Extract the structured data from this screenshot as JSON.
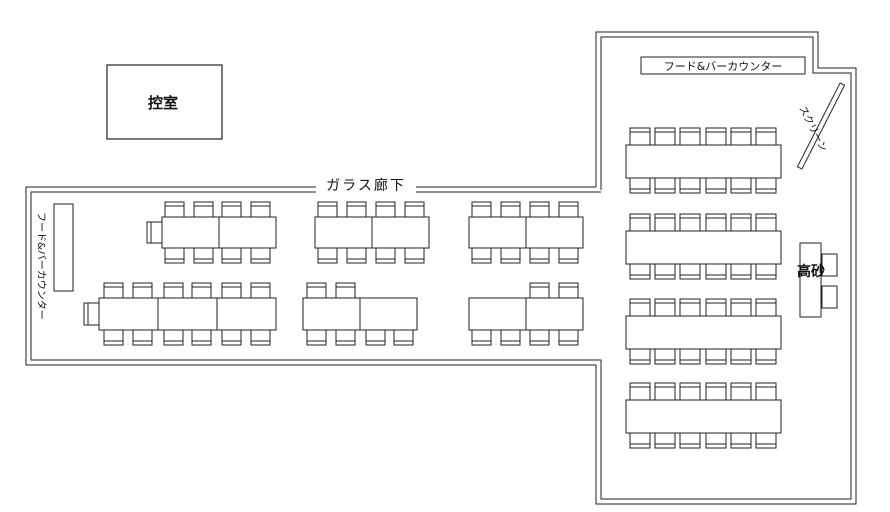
{
  "plan": {
    "waiting_room": "控室",
    "glass_corridor": "ガラス廊下",
    "bar_counter_left": "フード&バーカウンター",
    "bar_counter_right": "フード&バーカウンター",
    "screen": "スクリーン",
    "head_table": "高砂"
  }
}
